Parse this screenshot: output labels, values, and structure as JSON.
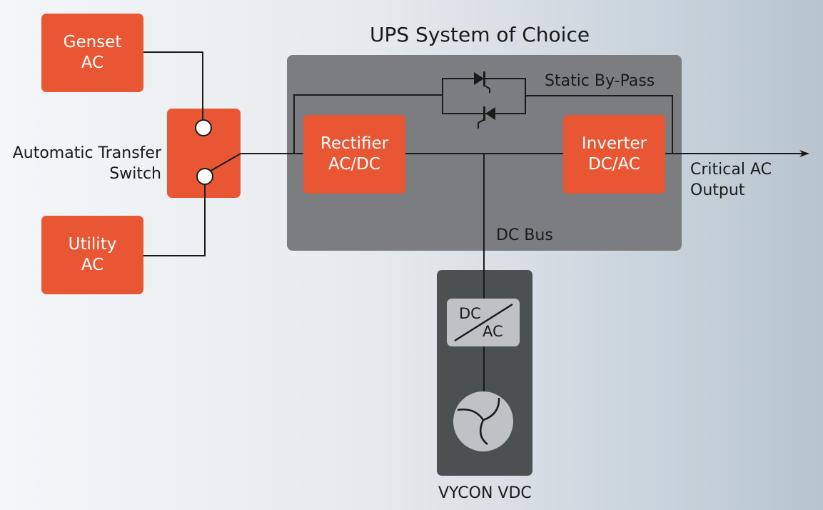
{
  "diagram": {
    "title": "UPS System of Choice",
    "sources": {
      "genset": [
        "Genset",
        "AC"
      ],
      "utility": [
        "Utility",
        "AC"
      ]
    },
    "transfer_switch_label": [
      "Automatic Transfer",
      "Switch"
    ],
    "ups": {
      "rectifier": [
        "Rectifier",
        "AC/DC"
      ],
      "inverter": [
        "Inverter",
        "DC/AC"
      ],
      "bypass_label": "Static By-Pass",
      "dc_bus_label": "DC Bus"
    },
    "output_label": [
      "Critical AC",
      "Output"
    ],
    "vdc": {
      "converter_top": "DC",
      "converter_bottom": "AC",
      "name": "VYCON VDC"
    },
    "colors": {
      "orange": "#e95633",
      "ups_panel": "#7c7d81",
      "vdc_panel": "#4b5150",
      "converter": "#bfc1c4",
      "wire": "#1a1a1a"
    }
  }
}
